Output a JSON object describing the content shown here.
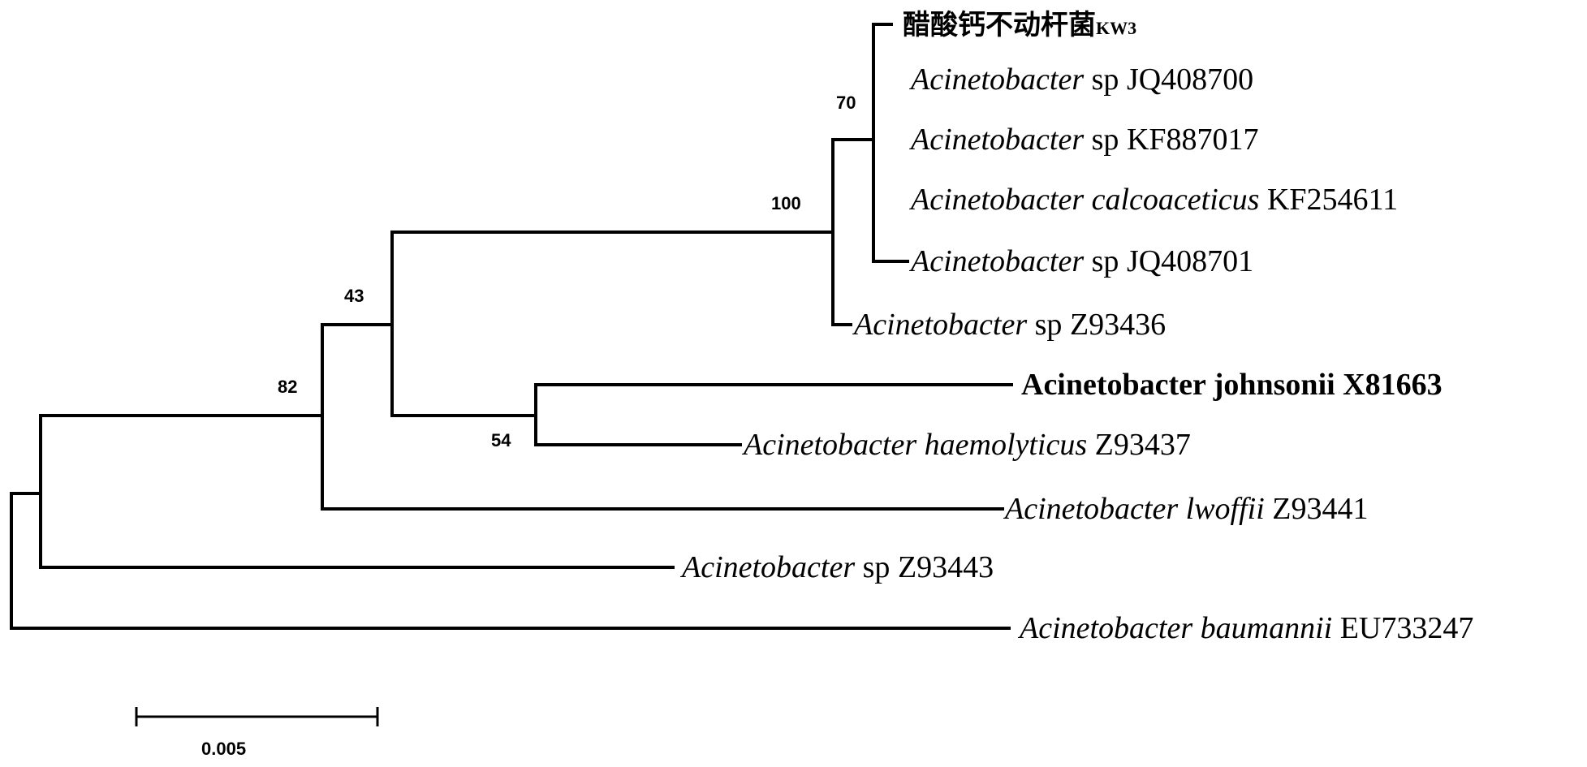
{
  "tree": {
    "taxa": {
      "kw3": {
        "name": "醋酸钙不动杆菌",
        "suffix": "KW3"
      },
      "jq408700": {
        "genus": "Acinetobacter",
        "species": "sp",
        "accession": "JQ408700"
      },
      "kf887017": {
        "genus": "Acinetobacter",
        "species": "sp",
        "accession": "KF887017"
      },
      "kf254611": {
        "genus": "Acinetobacter calcoaceticus",
        "species": "",
        "accession": "KF254611"
      },
      "jq408701": {
        "genus": "Acinetobacter",
        "species": "sp",
        "accession": "JQ408701"
      },
      "z93436": {
        "genus": "Acinetobacter",
        "species": "sp",
        "accession": "Z93436"
      },
      "x81663": {
        "label": "Acinetobacter johnsonii X81663"
      },
      "z93437": {
        "genus": "Acinetobacter haemolyticus",
        "species": "",
        "accession": "Z93437"
      },
      "z93441": {
        "genus": "Acinetobacter lwoffii",
        "species": "",
        "accession": "Z93441"
      },
      "z93443": {
        "genus": "Acinetobacter",
        "species": "sp",
        "accession": "Z93443"
      },
      "eu733247": {
        "genus": "Acinetobacter baumannii",
        "species": "",
        "accession": "EU733247"
      }
    },
    "bootstrap": {
      "node_70": "70",
      "node_100": "100",
      "node_43": "43",
      "node_54": "54",
      "node_82": "82"
    }
  },
  "scale_bar": {
    "label": "0.005"
  }
}
